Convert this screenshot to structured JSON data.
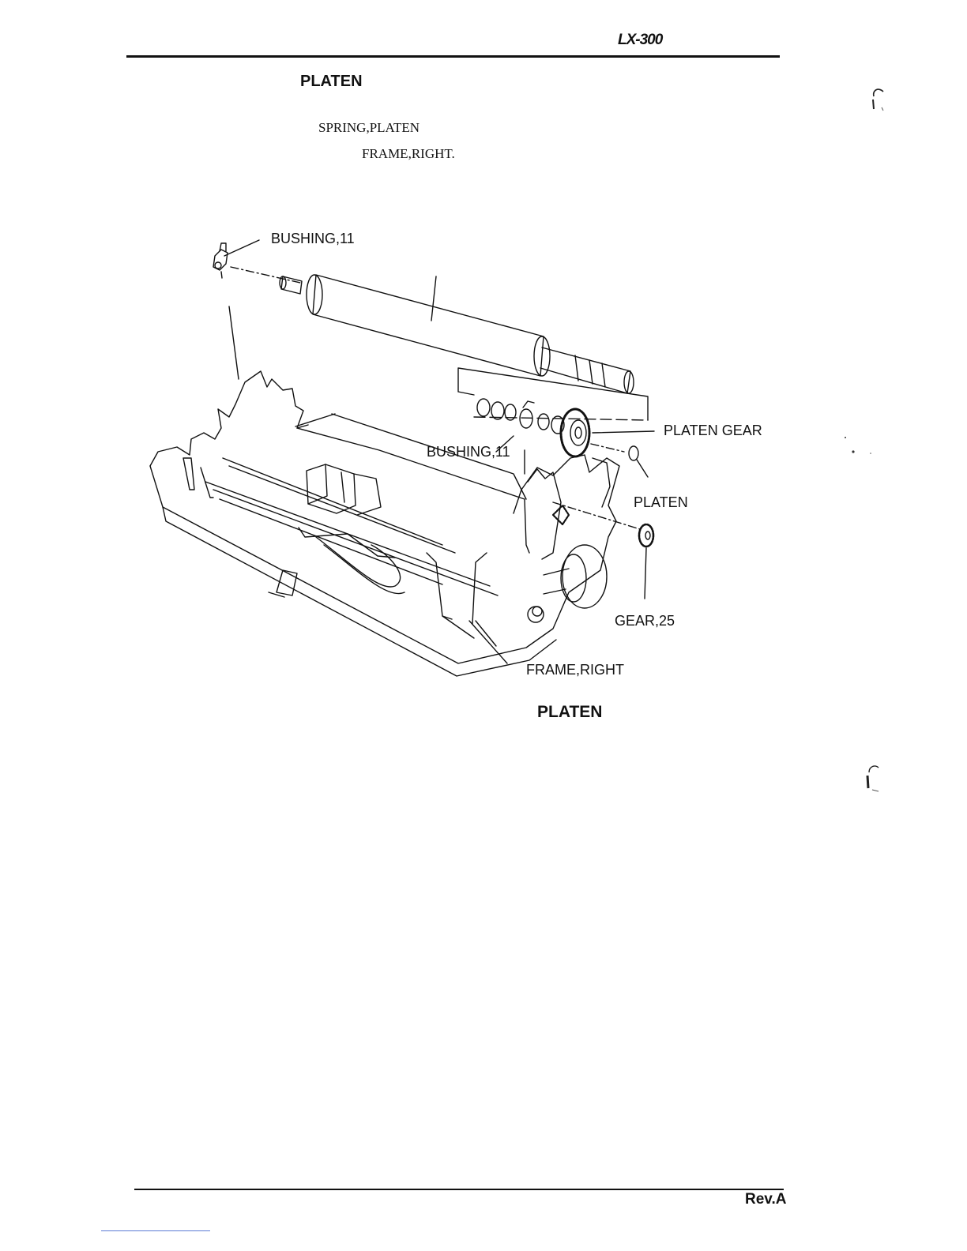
{
  "header": {
    "model": "LX-300"
  },
  "section": {
    "title": "PLATEN"
  },
  "steps": {
    "line1": "SPRING,PLATEN",
    "line2": "FRAME,RIGHT."
  },
  "figure": {
    "labels": {
      "bushing_left": "BUSHING,11",
      "platen_gear": "PLATEN GEAR",
      "bushing_right": "BUSHING,11",
      "platen": "PLATEN",
      "gear_25": "GEAR,25",
      "frame_right": "FRAME,RIGHT"
    },
    "caption": "PLATEN"
  },
  "footer": {
    "revision": "Rev.A"
  }
}
